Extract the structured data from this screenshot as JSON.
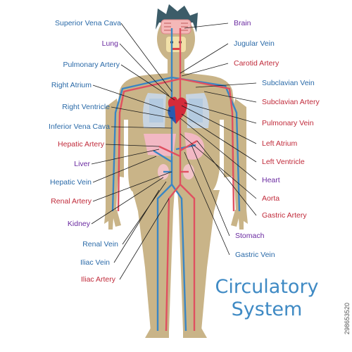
{
  "colors": {
    "vein": "#2a6aa8",
    "artery": "#c02a3a",
    "organ": "#6a2aa0",
    "skin": "#c9b488",
    "hair": "#3c5c68",
    "title": "#3f8ac4"
  },
  "title": {
    "line1": "Circulatory",
    "line2": "System"
  },
  "labels_left": [
    {
      "text": "Superior Vena Cava",
      "kind": "vein"
    },
    {
      "text": "Lung",
      "kind": "organ"
    },
    {
      "text": "Pulmonary Artery",
      "kind": "vein"
    },
    {
      "text": "Right Atrium",
      "kind": "vein"
    },
    {
      "text": "Right Ventricle",
      "kind": "vein"
    },
    {
      "text": "Inferior Vena Cava",
      "kind": "vein"
    },
    {
      "text": "Hepatic Artery",
      "kind": "artery"
    },
    {
      "text": "Liver",
      "kind": "organ"
    },
    {
      "text": "Hepatic Vein",
      "kind": "vein"
    },
    {
      "text": "Renal Artery",
      "kind": "artery"
    },
    {
      "text": "Kidney",
      "kind": "organ"
    },
    {
      "text": "Renal Vein",
      "kind": "vein"
    },
    {
      "text": "Iliac Vein",
      "kind": "vein"
    },
    {
      "text": "Iliac Artery",
      "kind": "artery"
    }
  ],
  "labels_right": [
    {
      "text": "Brain",
      "kind": "organ"
    },
    {
      "text": "Jugular Vein",
      "kind": "vein"
    },
    {
      "text": "Carotid Artery",
      "kind": "artery"
    },
    {
      "text": "Subclavian Vein",
      "kind": "vein"
    },
    {
      "text": "Subclavian Artery",
      "kind": "artery"
    },
    {
      "text": "Pulmonary Vein",
      "kind": "artery"
    },
    {
      "text": "Left Atrium",
      "kind": "artery"
    },
    {
      "text": "Left Ventricle",
      "kind": "artery"
    },
    {
      "text": "Heart",
      "kind": "organ"
    },
    {
      "text": "Aorta",
      "kind": "artery"
    },
    {
      "text": "Gastric Artery",
      "kind": "artery"
    },
    {
      "text": "Stomach",
      "kind": "organ"
    },
    {
      "text": "Gastric Vein",
      "kind": "vein"
    }
  ],
  "watermark": "298653520"
}
